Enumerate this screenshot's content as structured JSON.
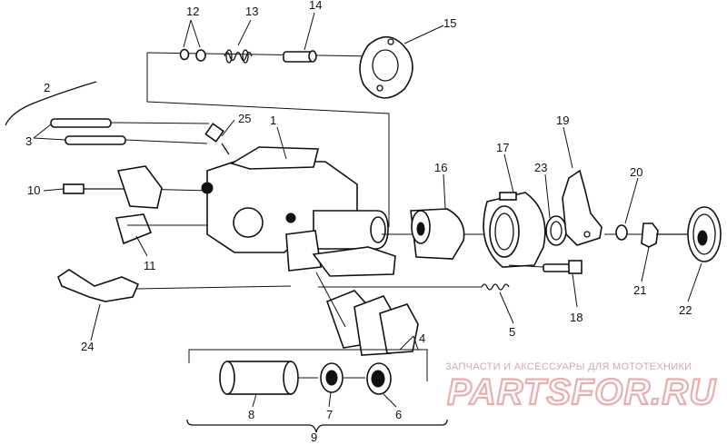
{
  "labels": [
    "2",
    "12",
    "13",
    "14",
    "15",
    "3",
    "25",
    "1",
    "10",
    "16",
    "17",
    "23",
    "19",
    "20",
    "11",
    "5",
    "18",
    "21",
    "22",
    "24",
    "4",
    "8",
    "7",
    "6",
    "9"
  ],
  "watermark": {
    "tagline": "ЗАПЧАСТИ И АКСЕССУАРЫ ДЛЯ МОТОТЕХНИКИ",
    "brand": "PARTSFOR.RU"
  },
  "colors": {
    "line": "#111111",
    "background": "#ffffff",
    "watermark": "#e7a5a5"
  }
}
